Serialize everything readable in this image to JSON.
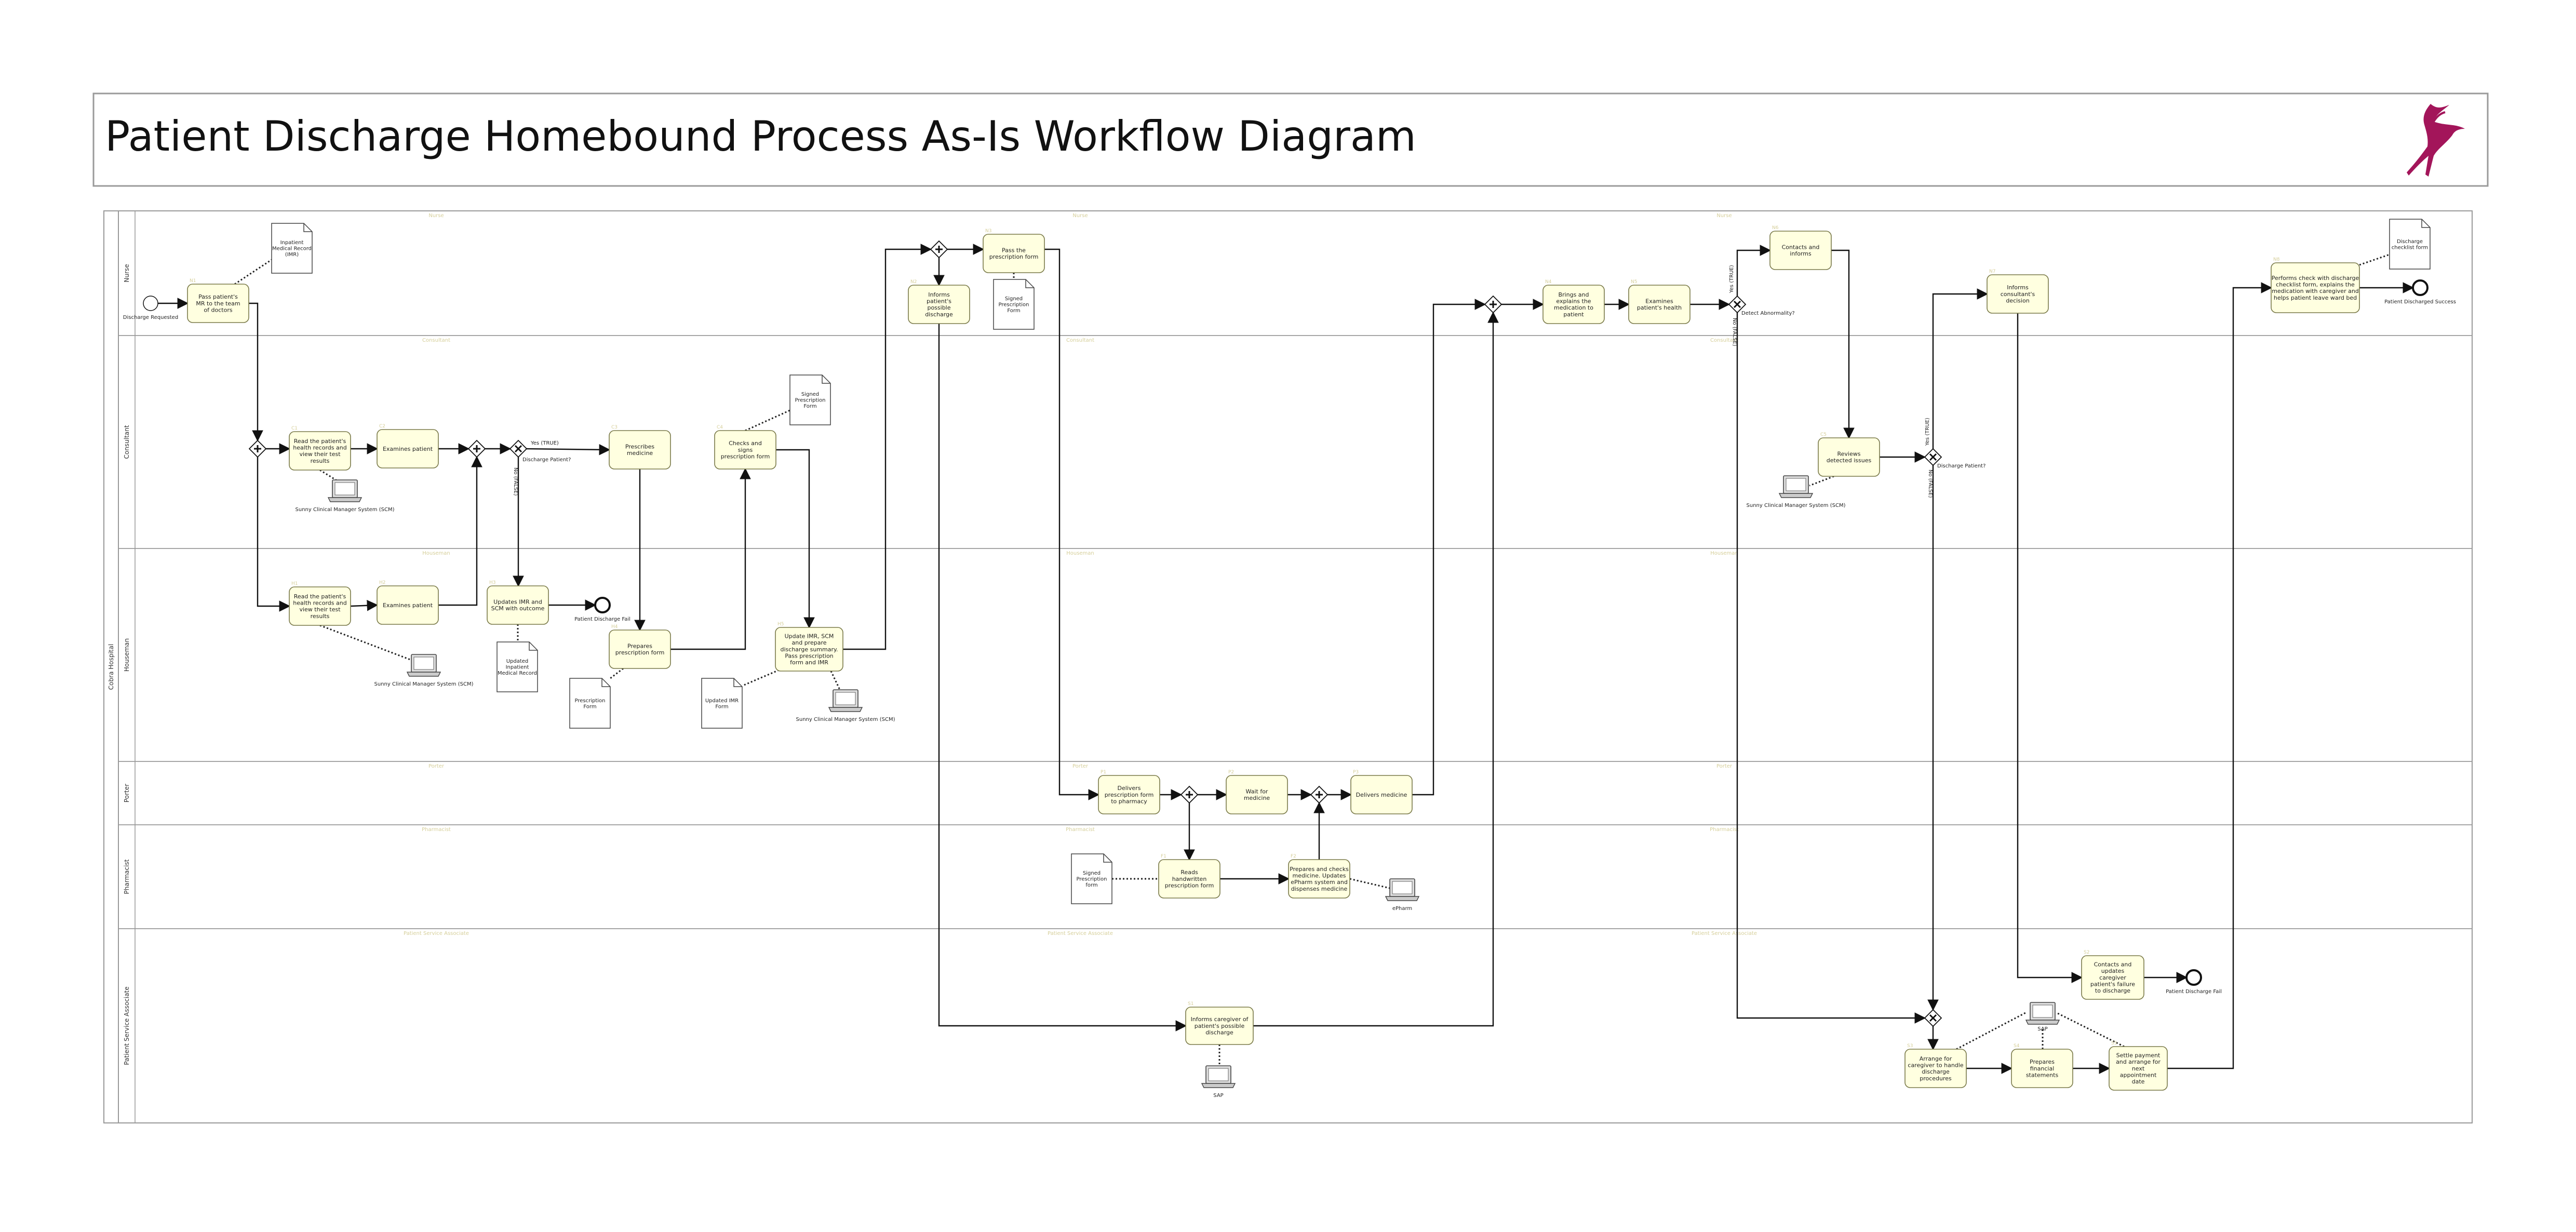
{
  "header": {
    "title": "Patient Discharge Homebound Process As-Is Workflow Diagram",
    "logo": "antelope-logo"
  },
  "colors": {
    "task_fill": "#ffffe0",
    "task_stroke": "#7a7a4a",
    "line": "#111111",
    "logo": "#a3155a",
    "lane_border": "#999999",
    "num_label": "#d6cf9a"
  },
  "pool": {
    "label": "Cobra Hospital"
  },
  "lanes": [
    {
      "label": "Nurse",
      "watermark": "Nurse"
    },
    {
      "label": "Consultant",
      "watermark": "Consultant"
    },
    {
      "label": "Houseman",
      "watermark": "Houseman"
    },
    {
      "label": "Porter",
      "watermark": "Porter"
    },
    {
      "label": "Pharmacist",
      "watermark": "Pharmacist"
    },
    {
      "label": "Patient Service Associate",
      "watermark": "Patient Service Associate"
    }
  ],
  "tasks": [
    {
      "id": "t1",
      "lines": [
        "Pass patient's",
        "MR to the team",
        "of doctors"
      ]
    },
    {
      "id": "t2",
      "lines": [
        "Read the patient's",
        "health records and",
        "view their test",
        "results"
      ]
    },
    {
      "id": "t3",
      "lines": [
        "Examines patient"
      ]
    },
    {
      "id": "t4",
      "lines": [
        "Read the patient's",
        "health records and",
        "view their test",
        "results"
      ]
    },
    {
      "id": "t5",
      "lines": [
        "Examines patient"
      ]
    },
    {
      "id": "t6",
      "lines": [
        "Updates IMR and",
        "SCM with outcome"
      ]
    },
    {
      "id": "t7",
      "lines": [
        "Prescribes",
        "medicine"
      ]
    },
    {
      "id": "t8",
      "lines": [
        "Prepares",
        "prescription form"
      ]
    },
    {
      "id": "t9",
      "lines": [
        "Checks and",
        "signs",
        "prescription form"
      ]
    },
    {
      "id": "t10",
      "lines": [
        "Update IMR, SCM",
        "and prepare",
        "discharge summary.",
        "Pass prescription",
        "form and IMR"
      ]
    },
    {
      "id": "t11",
      "lines": [
        "Informs",
        "patient's",
        "possible",
        "discharge"
      ]
    },
    {
      "id": "t12",
      "lines": [
        "Pass the",
        "prescription form"
      ]
    },
    {
      "id": "t13",
      "lines": [
        "Delivers",
        "prescription form",
        "to pharmacy"
      ]
    },
    {
      "id": "t14",
      "lines": [
        "Wait for",
        "medicine"
      ]
    },
    {
      "id": "t15",
      "lines": [
        "Delivers medicine"
      ]
    },
    {
      "id": "t16",
      "lines": [
        "Reads",
        "handwritten",
        "prescription form"
      ]
    },
    {
      "id": "t17",
      "lines": [
        "Prepares and checks",
        "medicine. Updates",
        "ePharm system and",
        "dispenses medicine"
      ]
    },
    {
      "id": "t18",
      "lines": [
        "Informs caregiver of",
        "patient's possible",
        "discharge"
      ]
    },
    {
      "id": "t19",
      "lines": [
        "Brings and",
        "explains the",
        "medication to",
        "patient"
      ]
    },
    {
      "id": "t20",
      "lines": [
        "Examines",
        "patient's health"
      ]
    },
    {
      "id": "t21",
      "lines": [
        "Contacts and",
        "informs"
      ]
    },
    {
      "id": "t22",
      "lines": [
        "Reviews",
        "detected issues"
      ]
    },
    {
      "id": "t23",
      "lines": [
        "Informs",
        "consultant's",
        "decision"
      ]
    },
    {
      "id": "t24",
      "lines": [
        "Performs check with discharge",
        "checklist form, explains the",
        "medication with caregiver and",
        "helps patient leave ward bed"
      ]
    },
    {
      "id": "t25",
      "lines": [
        "Contacts and",
        "updates",
        "caregiver",
        "patient's failure",
        "to discharge"
      ]
    },
    {
      "id": "t26",
      "lines": [
        "Arrange for",
        "caregiver to handle",
        "discharge",
        "procedures"
      ]
    },
    {
      "id": "t27",
      "lines": [
        "Prepares",
        "financial",
        "statements"
      ]
    },
    {
      "id": "t28",
      "lines": [
        "Settle payment",
        "and arrange for",
        "next",
        "appointment",
        "date"
      ]
    }
  ],
  "documents": [
    {
      "id": "d1",
      "lines": [
        "Inpatient",
        "Medical Record",
        "(IMR)"
      ]
    },
    {
      "id": "d2",
      "lines": [
        "Updated",
        "Inpatient",
        "Medical Record"
      ]
    },
    {
      "id": "d3",
      "lines": [
        "Prescription",
        "Form"
      ]
    },
    {
      "id": "d4",
      "lines": [
        "Updated IMR",
        "Form"
      ]
    },
    {
      "id": "d5",
      "lines": [
        "Signed",
        "Prescription",
        "Form"
      ]
    },
    {
      "id": "d6",
      "lines": [
        "Signed",
        "Prescription",
        "Form"
      ]
    },
    {
      "id": "d7",
      "lines": [
        "Signed",
        "Prescription",
        "form"
      ]
    },
    {
      "id": "d8",
      "lines": [
        "Discharge",
        "checklist form"
      ]
    }
  ],
  "systems": [
    {
      "id": "s1",
      "label": "Sunny Clinical Manager System (SCM)"
    },
    {
      "id": "s2",
      "label": "Sunny Clinical Manager System (SCM)"
    },
    {
      "id": "s3",
      "label": "Sunny Clinical Manager System (SCM)"
    },
    {
      "id": "s4",
      "label": "ePharm"
    },
    {
      "id": "s5",
      "label": "SAP"
    },
    {
      "id": "s6",
      "label": "Sunny Clinical Manager System (SCM)"
    },
    {
      "id": "s7",
      "label": "SAP"
    }
  ],
  "gateway_labels": {
    "g_discharge1": "Discharge Patient?",
    "g_detect": "Detect Abnormality?",
    "g_discharge2": "Discharge Patient?"
  },
  "event_labels": {
    "start": "Discharge Requested",
    "end_failed1": "Patient Discharge Fail",
    "end_success": "Patient Discharged Success",
    "end_failed2": "Patient Discharge Fail"
  },
  "flow_labels": {
    "yes_true_1": "Yes (TRUE)",
    "no_false_1": "No (FALSE)",
    "yes_true_2": "Yes (TRUE)",
    "no_false_2": "No (FALSE)",
    "yes_true_3": "Yes (TRUE)",
    "no_false_3": "No (FALSE)"
  }
}
